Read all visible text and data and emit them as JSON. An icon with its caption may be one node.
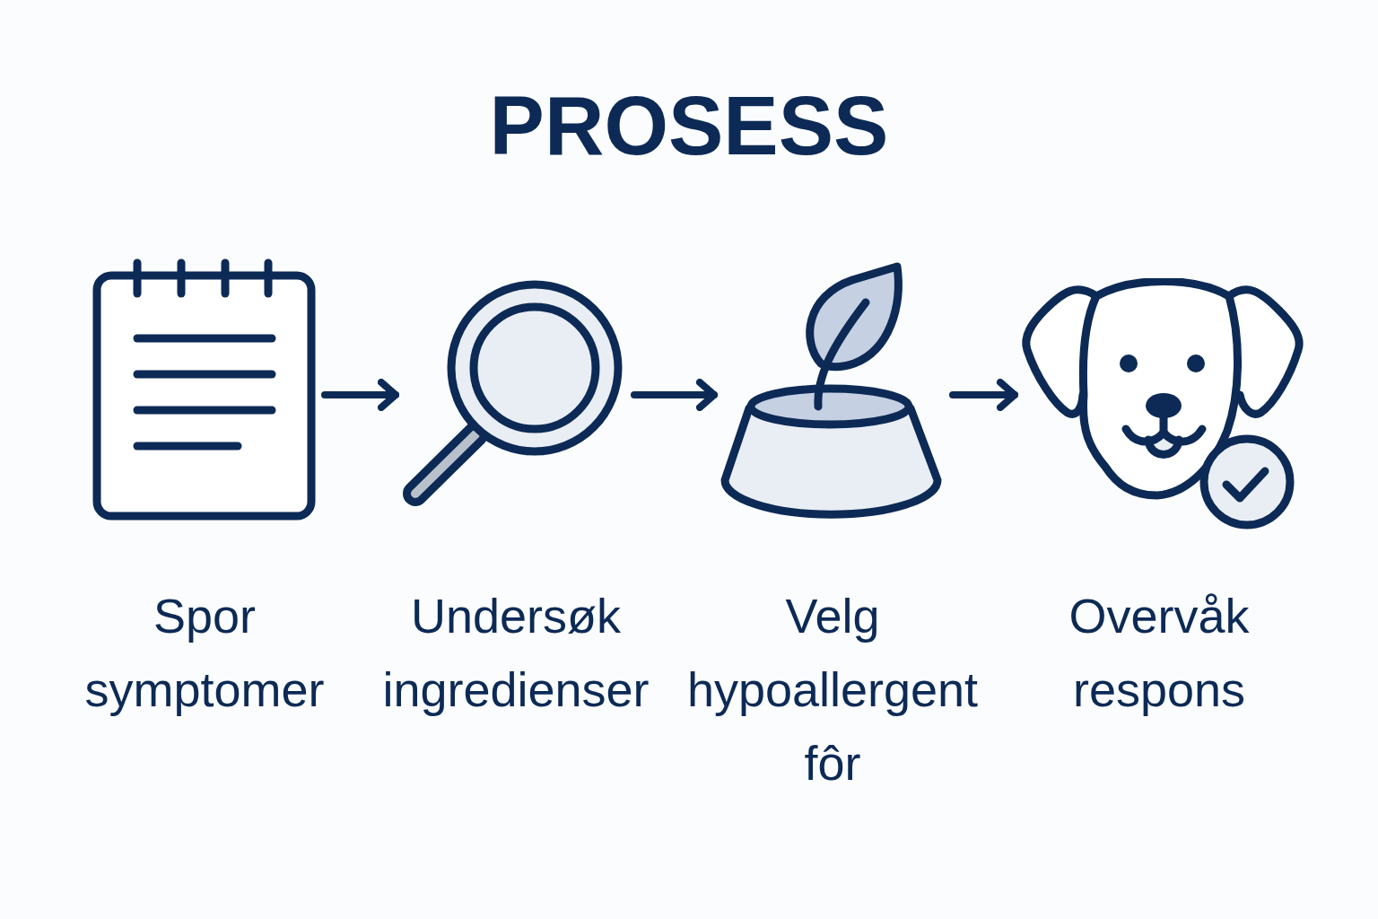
{
  "diagram": {
    "title": "PROSESS",
    "nodes": [
      {
        "text": [],
        "shape": "picture",
        "beside": [
          "Spor symptomer"
        ]
      },
      {
        "text": [],
        "shape": "picture",
        "beside": [
          "Undersøk ingredienser"
        ]
      },
      {
        "text": [],
        "shape": "picture",
        "beside": [
          "Velg hypoallergent fôr"
        ]
      },
      {
        "text": [],
        "shape": "picture",
        "beside": [
          "Overvåk respons"
        ]
      }
    ],
    "edges": [
      {
        "from": 0,
        "to": 1,
        "arrow": "to"
      },
      {
        "from": 1,
        "to": 2,
        "arrow": "to"
      },
      {
        "from": 2,
        "to": 3,
        "arrow": "to"
      }
    ]
  }
}
